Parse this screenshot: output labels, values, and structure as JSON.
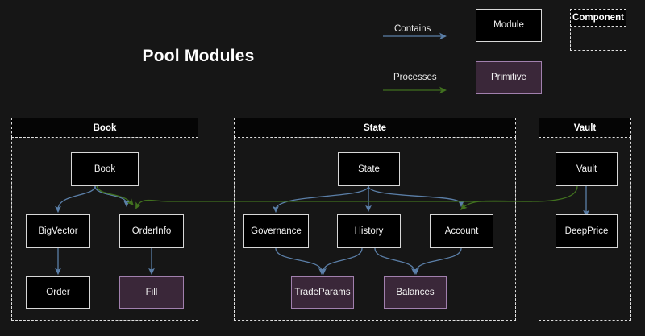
{
  "page": {
    "title": "Pool Modules",
    "background_color": "#161616"
  },
  "legend": {
    "relations": [
      {
        "label": "Contains",
        "color": "#5b7fa8",
        "icon": "arrow-right-icon"
      },
      {
        "label": "Processes",
        "color": "#3f6b2a",
        "icon": "arrow-right-icon"
      }
    ],
    "shapes": [
      {
        "label": "Module",
        "kind": "module",
        "fill": "#000000",
        "stroke": "#d8d8d8"
      },
      {
        "label": "Primitive",
        "kind": "primitive",
        "fill": "#3a2739",
        "stroke": "#a180ae"
      },
      {
        "label": "Component",
        "kind": "component",
        "stroke": "#e0e0e0"
      }
    ]
  },
  "groups": [
    {
      "name": "Book",
      "nodes": [
        {
          "label": "Book",
          "kind": "module"
        },
        {
          "label": "BigVector",
          "kind": "module"
        },
        {
          "label": "OrderInfo",
          "kind": "module"
        },
        {
          "label": "Order",
          "kind": "module"
        },
        {
          "label": "Fill",
          "kind": "primitive"
        }
      ]
    },
    {
      "name": "State",
      "nodes": [
        {
          "label": "State",
          "kind": "module"
        },
        {
          "label": "Governance",
          "kind": "module"
        },
        {
          "label": "History",
          "kind": "module"
        },
        {
          "label": "Account",
          "kind": "module"
        },
        {
          "label": "TradeParams",
          "kind": "primitive"
        },
        {
          "label": "Balances",
          "kind": "primitive"
        }
      ]
    },
    {
      "name": "Vault",
      "nodes": [
        {
          "label": "Vault",
          "kind": "module"
        },
        {
          "label": "DeepPrice",
          "kind": "module"
        }
      ]
    }
  ],
  "edges": [
    {
      "from": "Book",
      "to": "BigVector",
      "relation": "Contains"
    },
    {
      "from": "BigVector",
      "to": "Order",
      "relation": "Contains"
    },
    {
      "from": "Book",
      "to": "OrderInfo",
      "relation": "Contains"
    },
    {
      "from": "OrderInfo",
      "to": "Fill",
      "relation": "Contains"
    },
    {
      "from": "State",
      "to": "Governance",
      "relation": "Contains"
    },
    {
      "from": "State",
      "to": "History",
      "relation": "Contains"
    },
    {
      "from": "State",
      "to": "Account",
      "relation": "Contains"
    },
    {
      "from": "Governance",
      "to": "TradeParams",
      "relation": "Contains"
    },
    {
      "from": "History",
      "to": "TradeParams",
      "relation": "Contains"
    },
    {
      "from": "History",
      "to": "Balances",
      "relation": "Contains"
    },
    {
      "from": "Account",
      "to": "Balances",
      "relation": "Contains"
    },
    {
      "from": "Vault",
      "to": "DeepPrice",
      "relation": "Contains"
    },
    {
      "from": "Vault",
      "to": "Account",
      "relation": "Processes"
    },
    {
      "from": "Vault",
      "to": "OrderInfo",
      "relation": "Processes"
    }
  ]
}
